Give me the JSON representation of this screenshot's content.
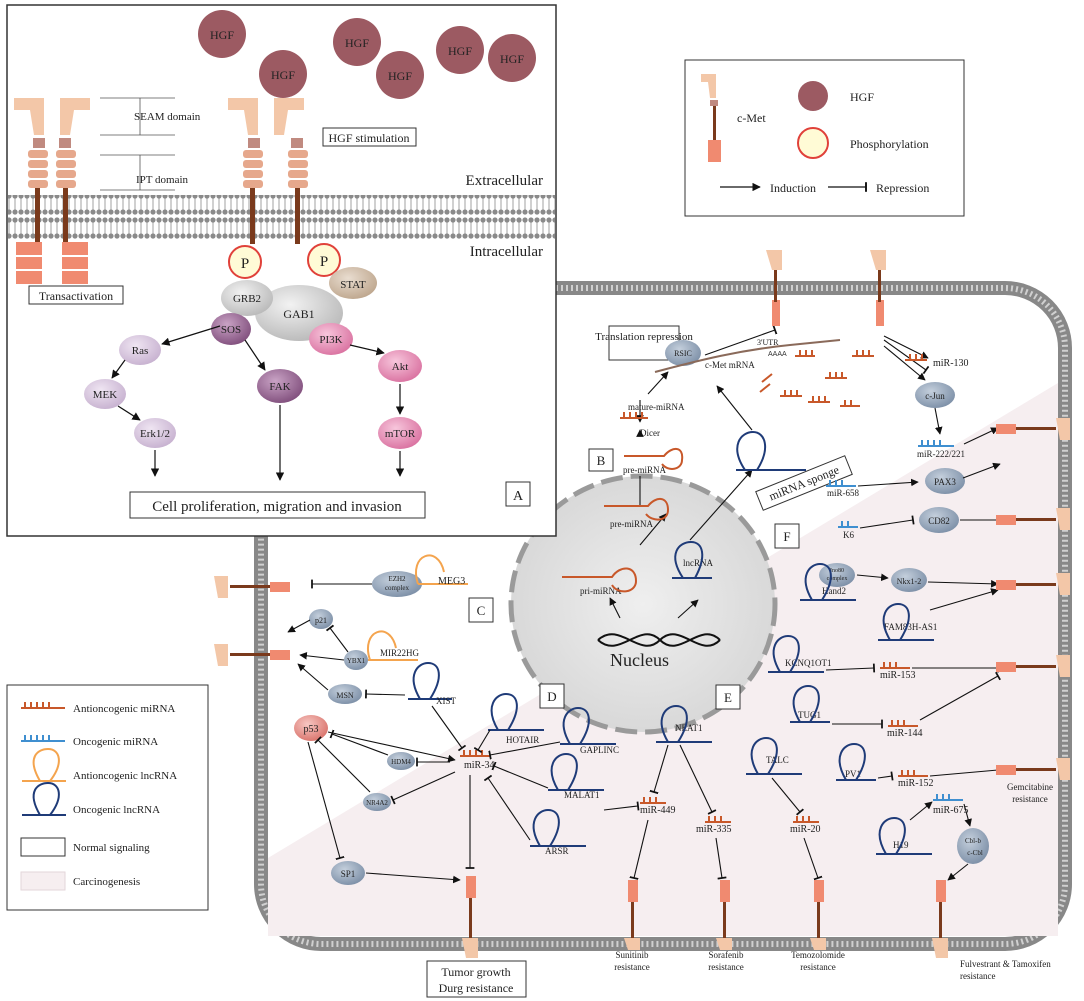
{
  "panelA": {
    "hgf": "HGF",
    "seam": "SEAM domain",
    "ipt": "IPT domain",
    "hgf_stim": "HGF stimulation",
    "extracellular": "Extracellular",
    "intracellular": "Intracellular",
    "transactivation": "Transactivation",
    "p": "P",
    "grb2": "GRB2",
    "gab1": "GAB1",
    "stat": "STAT",
    "sos": "SOS",
    "pi3k": "PI3K",
    "ras": "Ras",
    "mek": "MEK",
    "erk": "Erk1/2",
    "fak": "FAK",
    "akt": "Akt",
    "mtor": "mTOR",
    "outcome": "Cell proliferation, migration and invasion",
    "letter": "A"
  },
  "legend_top": {
    "cmet": "c-Met",
    "hgf": "HGF",
    "phos": "Phosphorylation",
    "induction": "Induction",
    "repression": "Repression"
  },
  "legend_bottom": {
    "items": [
      "Antioncogenic miRNA",
      "Oncogenic miRNA",
      "Antioncogenic lncRNA",
      "Oncogenic lncRNA",
      "Normal signaling",
      "Carcinogenesis"
    ]
  },
  "panelB": {
    "letter": "B",
    "trans_rep": "Translation repression",
    "risc": "RSIC",
    "utr": "3'UTR",
    "aaaa": "AAAA",
    "cmet_mrna": "c-Met mRNA",
    "mature": "mature-miRNA",
    "dicer": "Dicer",
    "premirna": "pre-miRNA",
    "premirna2": "pre-miRNA",
    "primirna": "pri-miRNA",
    "lncrna": "lncRNA",
    "nucleus": "Nucleus",
    "sponge": "miRNA sponge",
    "mir130": "miR-130"
  },
  "panelC": {
    "letter": "C",
    "ezh2": "EZH2",
    "complex": "complex",
    "meg3": "MEG3",
    "p21": "p21",
    "ybx1": "YBX1",
    "mir22hg": "MIR22HG",
    "msn": "MSN",
    "xist": "XIST"
  },
  "panelD": {
    "letter": "D",
    "p53": "p53",
    "hotair": "HOTAIR",
    "gaplinc": "GAPLINC",
    "hdm4": "HDM4",
    "mir34": "miR-34",
    "nr4a2": "NR4A2",
    "malat1": "MALAT1",
    "arsr": "ARSR",
    "sp1": "SP1",
    "tumor": "Tumor growth",
    "drug": "Durg resistance"
  },
  "panelE": {
    "letter": "E",
    "neat1": "NEAT1",
    "talc": "TALC",
    "mir449": "miR-449",
    "mir335": "miR-335",
    "mir20": "miR-20",
    "sunitinib": "Sunitinib",
    "sorafenib": "Sorafenib",
    "temozolomide": "Temozolomide",
    "resistance": "resistance"
  },
  "panelF": {
    "letter": "F",
    "cjun": "c-Jun",
    "mir222": "miR-222/221",
    "mir658": "miR-658",
    "pax3": "PAX3",
    "k6": "K6",
    "cd82": "CD82",
    "ino80": "Ino80",
    "complex": "complex",
    "hand2": "Hand2",
    "nkx": "Nkx1-2",
    "fam": "FAM83H-AS1",
    "kcnq": "KCNQ1OT1",
    "mir153": "miR-153",
    "tug1": "TUG1",
    "mir144": "miR-144",
    "pv1": "PV1",
    "mir152": "miR-152",
    "gemcitabine": "Gemcitabine",
    "h19": "H19",
    "mir675": "miR-675",
    "cblb": "Cbl-b",
    "ccbl": "c-Cbl",
    "fulvestrant": "Fulvestrant & Tamoxifen",
    "resistance": "resistance"
  },
  "colors": {
    "hgf": "#9c5a62",
    "receptor": "#f3c7a8",
    "membrane": "#999999",
    "antimirna": "#c8582a",
    "oncomirna": "#3f8fd0",
    "oncolnc": "#1f3b78",
    "carcinogenesis": "#f6eef0"
  }
}
